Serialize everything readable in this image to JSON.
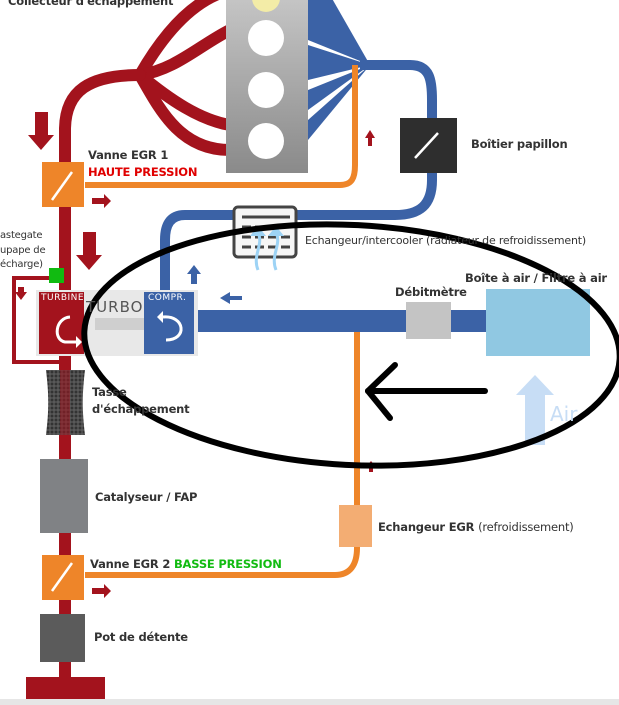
{
  "title": "Circuit EGR / Turbo",
  "labels": {
    "exhaust_manifold": "Collecteur d'échappement",
    "egr1_name": "Vanne EGR 1",
    "egr1_pressure": "HAUTE PRESSION",
    "wastegate_line1": "astegate",
    "wastegate_line2": "upape de",
    "wastegate_line3": "écharge)",
    "turbine": "TURBINE",
    "turbo": "TURBO",
    "compressor": "COMPR.",
    "throttle": "Boîtier papillon",
    "intercooler": "Echangeur/intercooler (radiateur de refroidissement)",
    "flowmeter": "Débitmètre",
    "airbox": "Boîte à air / Filtre à air",
    "exhaust_line1": "Tasse",
    "exhaust_line2": "d'échappement",
    "catalyst": "Catalyseur / FAP",
    "egr_cooler_name": "Echangeur EGR",
    "egr_cooler_note": "(refroidissement)",
    "egr2_name": "Vanne EGR 2",
    "egr2_pressure": "BASSE PRESSION",
    "silencer": "Pot de détente",
    "air": "Air"
  },
  "colors": {
    "exhaust": "#a3131d",
    "intake": "#3b62a6",
    "egr": "#ee8529",
    "egr_cooler": "#f3ad73",
    "airbox": "#90c8e2",
    "wastegate": "#11bb11",
    "annotation": "#000000"
  }
}
